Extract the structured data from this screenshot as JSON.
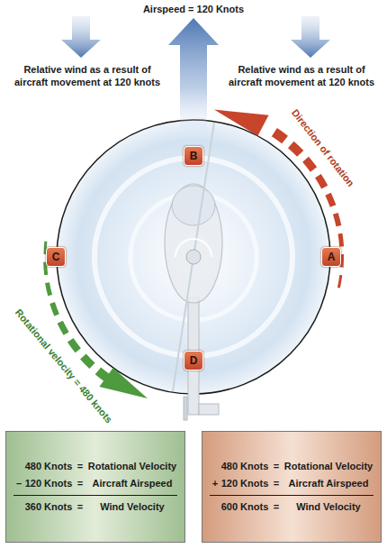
{
  "diagram": {
    "nodes": [
      {
        "text": [
          "B"
        ]
      },
      {
        "text": [
          "C"
        ]
      },
      {
        "text": [
          "A"
        ]
      },
      {
        "text": [
          "D"
        ]
      },
      {
        "text": [
          "480 Knots",
          "=",
          "Rotational Velocity",
          "–",
          "120 Knots",
          "=",
          "Aircraft Airspeed",
          "360 Knots",
          "=",
          "Wind Velocity"
        ]
      },
      {
        "text": [
          "480 Knots",
          "=",
          "Rotational Velocity",
          "+",
          "120 Knots",
          "=",
          "Aircraft Airspeed",
          "600 Knots",
          "=",
          "Wind Velocity"
        ]
      }
    ],
    "labels": [
      "Airspeed = 120 Knots",
      "Relative wind as a result of aircraft movement at 120 knots",
      "Relative wind as a result of aircraft movement at 120 knots",
      "Direction of rotation",
      "Rotational velocity = 480 knots"
    ]
  }
}
